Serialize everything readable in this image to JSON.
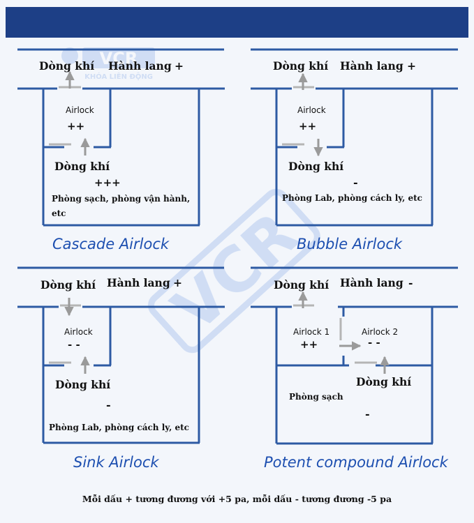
{
  "watermark": {
    "brand": "VCR",
    "subtitle": "KHÓA LIÊN ĐỘNG"
  },
  "colors": {
    "banner": "#1d3f86",
    "wall": "#2d5aa3",
    "title": "#1d4fb0",
    "arrow": "#9a9a9a"
  },
  "panels": [
    {
      "title": "Cascade Airlock",
      "corridor_flow": "Dòng khí",
      "corridor": "Hành lang",
      "corridor_sign": "+",
      "airlock": "Airlock",
      "airlock_sign": "++",
      "room_flow": "Dòng khí",
      "room_sign": "+++",
      "room": "Phòng sạch, phòng vận hành,",
      "room_line2": "etc"
    },
    {
      "title": "Bubble Airlock",
      "corridor_flow": "Dòng khí",
      "corridor": "Hành lang",
      "corridor_sign": "+",
      "airlock": "Airlock",
      "airlock_sign": "++",
      "room_flow": "Dòng khí",
      "room_sign": "-",
      "room": "Phòng Lab, phòng cách ly, etc"
    },
    {
      "title": "Sink Airlock",
      "corridor_flow": "Dòng khí",
      "corridor": "Hành lang",
      "corridor_sign": "+",
      "airlock": "Airlock",
      "airlock_sign": "- -",
      "room_flow": "Dòng khí",
      "room_sign": "-",
      "room": "Phòng Lab, phòng cách ly, etc"
    },
    {
      "title": "Potent compound Airlock",
      "corridor_flow": "Dòng khí",
      "corridor": "Hành lang",
      "corridor_sign": "-",
      "airlock1": "Airlock 1",
      "airlock1_sign": "++",
      "airlock2": "Airlock 2",
      "airlock2_sign": "- -",
      "room_flow": "Dòng khí",
      "room": "Phòng sạch",
      "room_sign": "-"
    }
  ],
  "footnote": "Mỗi dấu + tương đương với +5 pa, mỗi dấu - tương đương -5 pa"
}
